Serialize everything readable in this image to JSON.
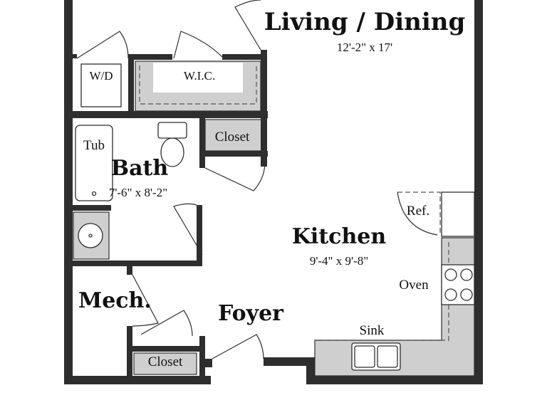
{
  "rooms": {
    "living": {
      "name": "Living / Dining",
      "dims": "12'-2\" x 17'"
    },
    "bath": {
      "name": "Bath",
      "dims": "7'-6\" x 8'-2\""
    },
    "kitchen": {
      "name": "Kitchen",
      "dims": "9'-4\" x 9'-8\""
    },
    "mech": {
      "name": "Mech."
    },
    "foyer": {
      "name": "Foyer"
    }
  },
  "labels": {
    "wd": "W/D",
    "wic": "W.I.C.",
    "closet_upper": "Closet",
    "closet_lower": "Closet",
    "tub": "Tub",
    "ref": "Ref.",
    "oven": "Oven",
    "sink": "Sink"
  }
}
